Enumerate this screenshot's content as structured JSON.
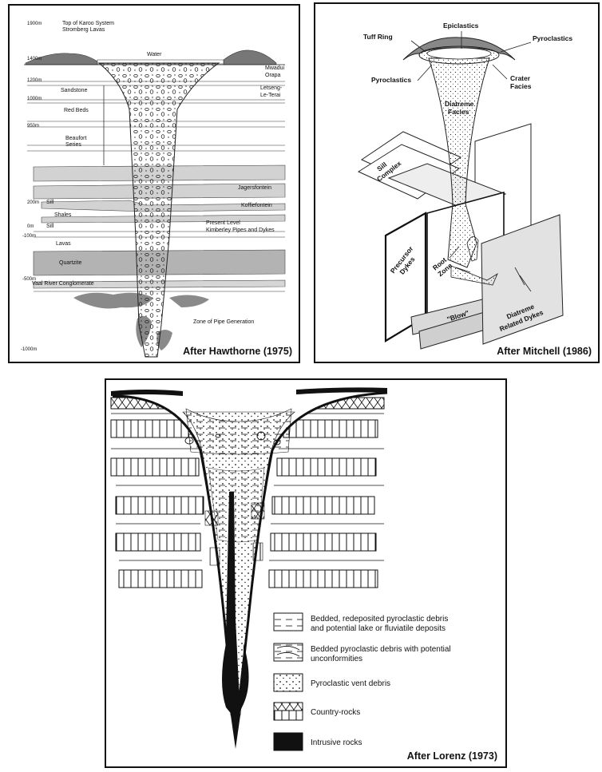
{
  "panels": {
    "hawthorne": {
      "credit": "After Hawthorne (1975)",
      "depths": {
        "d1900": "1900m",
        "d1400": "1400m",
        "d1200": "1200m",
        "d1000": "1000m",
        "d950": "950m",
        "d200": "200m",
        "d0": "0m",
        "dm100": "-100m",
        "dm500": "-500m",
        "dm1000": "-1000m"
      },
      "labels": {
        "karoo_line1": "Top of Karoo System",
        "karoo_line2": "Stromberg Lavas",
        "water": "Water",
        "mwadui": "Mwadui",
        "orapa": "Orapa",
        "sandstone": "Sandstone",
        "letseng1": "Letseng-",
        "letseng2": "Le-Terai",
        "redbeds": "Red Beds",
        "beaufort1": "Beaufort",
        "beaufort2": "Series",
        "jagersfontein": "Jagersfontein",
        "koffiefontein": "Koffiefontein",
        "sill_a": "Sill",
        "sill_b": "Sill",
        "shales": "Shales",
        "present1": "Present Level",
        "present2": "Kimberley Pipes and Dykes",
        "lavas": "Lavas",
        "quartzite": "Quartzite",
        "vaal": "Vaal River Conglomerate",
        "zone": "Zone of Pipe Generation"
      }
    },
    "mitchell": {
      "credit": "After Mitchell (1986)",
      "labels": {
        "epiclastics": "Epiclastics",
        "tuff_ring": "Tuff Ring",
        "pyroclastics_right": "Pyroclastics",
        "pyroclastics_left": "Pyroclastics",
        "crater1": "Crater",
        "crater2": "Facies",
        "diatreme1": "Diatreme",
        "diatreme2": "Facies",
        "sill1": "Sill",
        "sill2": "Complex",
        "precursor1": "Precursor",
        "precursor2": "Dykes",
        "root1": "Root",
        "root2": "Zone",
        "blow": "\"Blow\"",
        "related1": "Diatreme",
        "related2": "Related Dykes"
      }
    },
    "lorenz": {
      "credit": "After Lorenz (1973)",
      "legend": [
        {
          "pattern": "bedded-dash",
          "line1": "Bedded, redeposited pyroclastic debris",
          "line2": "and potential lake or fluviatile deposits"
        },
        {
          "pattern": "bedded-curve",
          "line1": "Bedded pyroclastic debris with potential",
          "line2": "unconformities"
        },
        {
          "pattern": "dots",
          "line1": "Pyroclastic vent debris",
          "line2": ""
        },
        {
          "pattern": "country",
          "line1": "Country-rocks",
          "line2": ""
        },
        {
          "pattern": "black",
          "line1": "Intrusive rocks",
          "line2": ""
        }
      ]
    }
  }
}
